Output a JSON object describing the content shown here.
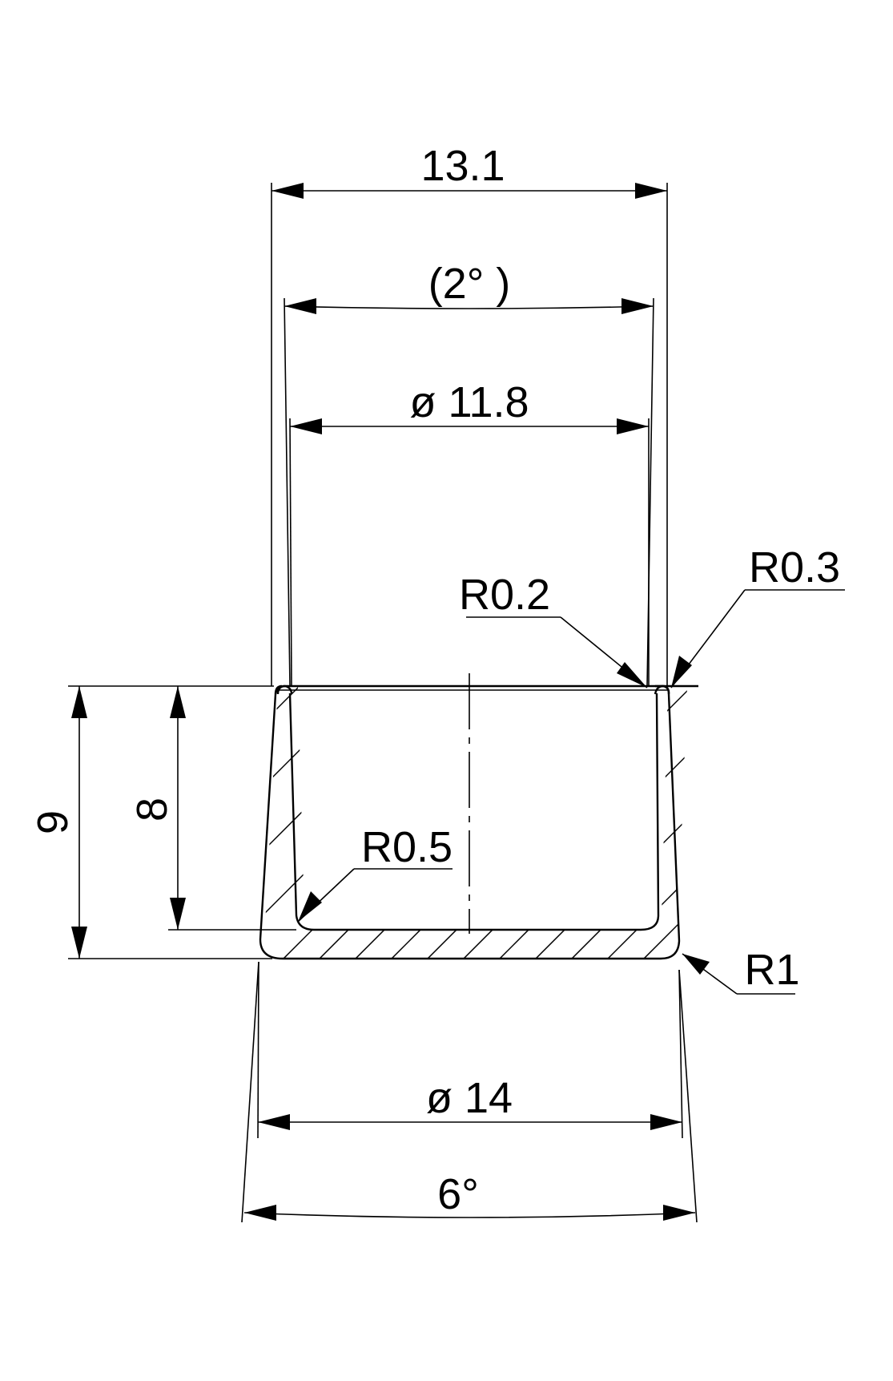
{
  "dimensions": {
    "top_width": "13.1",
    "taper_inner": "(2°  )",
    "inner_diameter": "ø 11.8",
    "radius_inner_top": "R0.2",
    "radius_outer_top": "R0.3",
    "height_total": "9",
    "height_inner": "8",
    "radius_inner_bottom": "R0.5",
    "radius_outer_bottom": "R1",
    "outer_diameter": "ø 14",
    "taper_outer": "6°"
  }
}
